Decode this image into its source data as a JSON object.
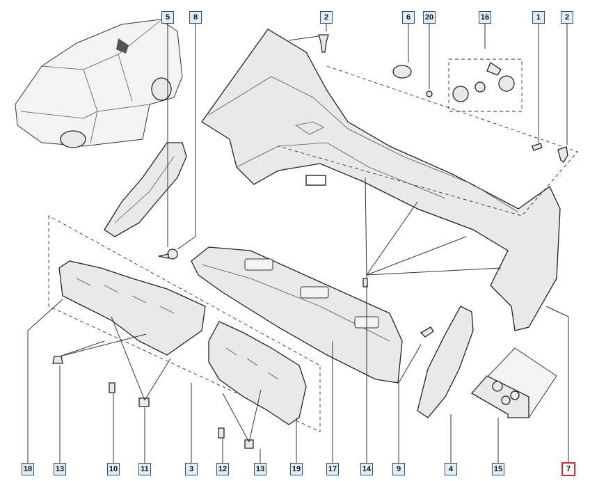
{
  "callouts": [
    {
      "id": "c5",
      "label": "5"
    },
    {
      "id": "c8",
      "label": "8"
    },
    {
      "id": "c2a",
      "label": "2"
    },
    {
      "id": "c6",
      "label": "6"
    },
    {
      "id": "c20",
      "label": "20"
    },
    {
      "id": "c16",
      "label": "16"
    },
    {
      "id": "c1",
      "label": "1"
    },
    {
      "id": "c2b",
      "label": "2"
    },
    {
      "id": "c18",
      "label": "18"
    },
    {
      "id": "c13a",
      "label": "13"
    },
    {
      "id": "c10",
      "label": "10"
    },
    {
      "id": "c11",
      "label": "11"
    },
    {
      "id": "c3",
      "label": "3"
    },
    {
      "id": "c12",
      "label": "12"
    },
    {
      "id": "c13b",
      "label": "13"
    },
    {
      "id": "c19",
      "label": "19"
    },
    {
      "id": "c17",
      "label": "17"
    },
    {
      "id": "c14",
      "label": "14"
    },
    {
      "id": "c9",
      "label": "9"
    },
    {
      "id": "c4",
      "label": "4"
    },
    {
      "id": "c15",
      "label": "15"
    },
    {
      "id": "c7",
      "label": "7",
      "highlighted": true
    }
  ],
  "colors": {
    "callout_border": "#2d4f86",
    "callout_fill": "#dfeef7",
    "highlight": "#e0282a"
  }
}
